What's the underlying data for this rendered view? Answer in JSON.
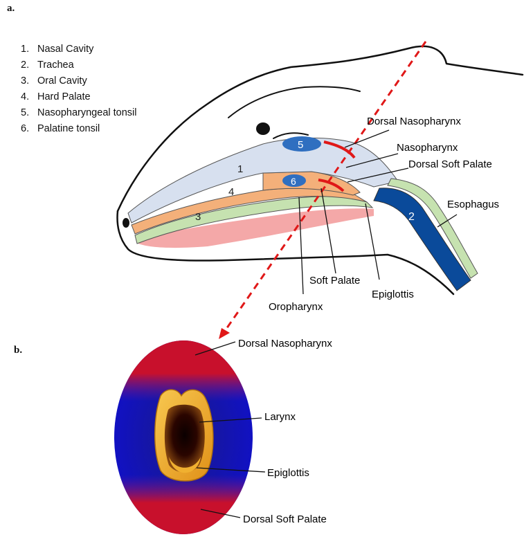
{
  "panels": {
    "a": "a.",
    "b": "b."
  },
  "legend": [
    {
      "num": "1.",
      "label": "Nasal Cavity"
    },
    {
      "num": "2.",
      "label": "Trachea"
    },
    {
      "num": "3.",
      "label": "Oral Cavity"
    },
    {
      "num": "4.",
      "label": "Hard Palate"
    },
    {
      "num": "5.",
      "label": "Nasopharyngeal tonsil"
    },
    {
      "num": "6.",
      "label": "Palatine tonsil"
    }
  ],
  "region_numbers": {
    "nasal_cavity": "1",
    "trachea": "2",
    "oral_cavity": "3",
    "hard_palate": "4",
    "nasopharyngeal_tonsil": "5",
    "palatine_tonsil": "6"
  },
  "labels_a": {
    "dorsal_nasopharynx": "Dorsal Nasopharynx",
    "nasopharynx": "Nasopharynx",
    "dorsal_soft_palate": "Dorsal Soft Palate",
    "esophagus": "Esophagus",
    "soft_palate": "Soft Palate",
    "epiglottis": "Epiglottis",
    "oropharynx": "Oropharynx"
  },
  "labels_b": {
    "dorsal_nasopharynx": "Dorsal Nasopharynx",
    "larynx": "Larynx",
    "epiglottis": "Epiglottis",
    "dorsal_soft_palate": "Dorsal Soft Palate"
  },
  "colors": {
    "nasal_cavity": "#d7e0ef",
    "hard_palate": "#f4b07a",
    "oral_tissue": "#c6e2b0",
    "oral_cavity": "#f4a8a8",
    "trachea": "#0a4a9a",
    "tonsil": "#2f6fc0",
    "marker": "#e01818",
    "ring_red": "#cc1a2c",
    "ring_blue": "#1010c8",
    "larynx_gold": "#f0b030"
  }
}
